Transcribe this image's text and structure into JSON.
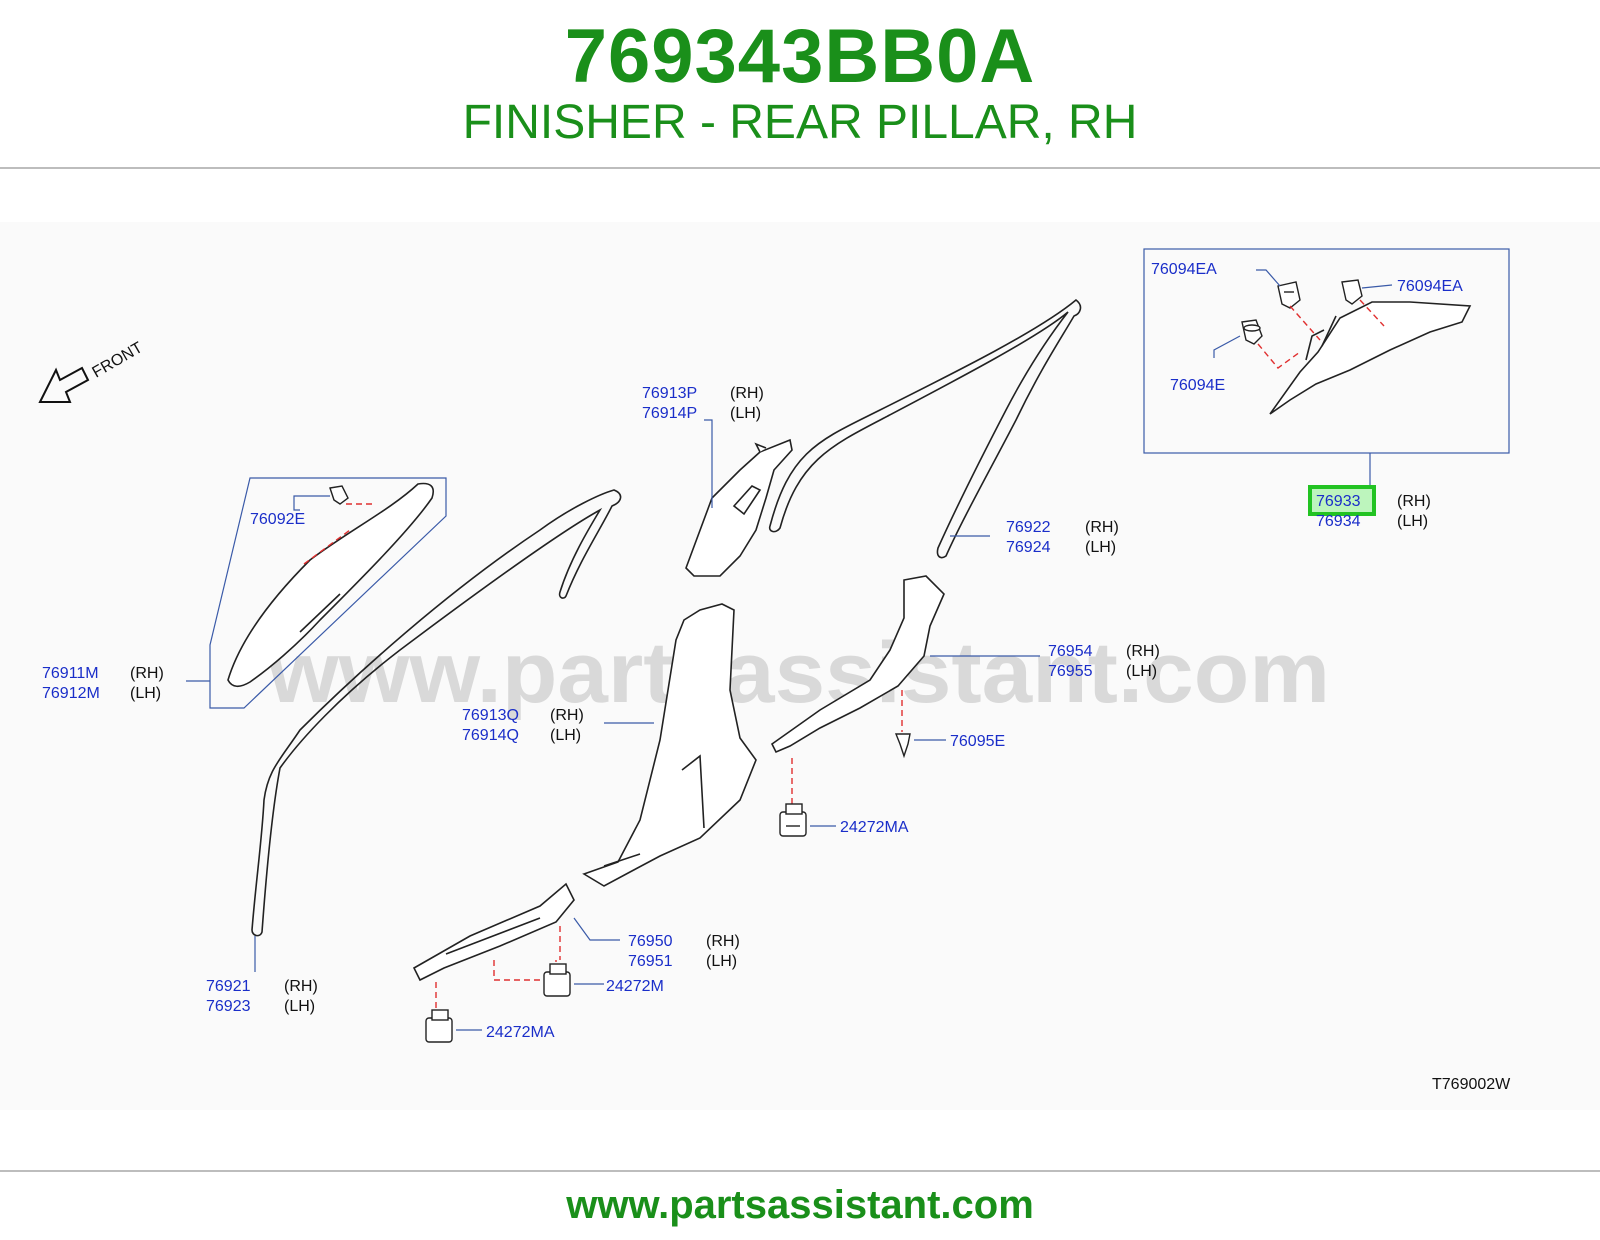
{
  "header": {
    "part_number": "769343BB0A",
    "description": "FINISHER - REAR PILLAR, RH"
  },
  "diagram": {
    "watermark": "www.partsassistant.com",
    "front_label": "FRONT",
    "diagram_code": "T769002W",
    "highlighted_part": "76933",
    "labels": {
      "p76094EA_left": "76094EA",
      "p76094EA_right": "76094EA",
      "p76094E": "76094E",
      "p76933": "76933",
      "p76934": "76934",
      "p76913P": "76913P",
      "p76914P": "76914P",
      "p76922": "76922",
      "p76924": "76924",
      "p76092E": "76092E",
      "p76911M": "76911M",
      "p76912M": "76912M",
      "p76954": "76954",
      "p76955": "76955",
      "p76095E": "76095E",
      "p76913Q": "76913Q",
      "p76914Q": "76914Q",
      "p24272MA_upper": "24272MA",
      "p76950": "76950",
      "p76951": "76951",
      "p24272M": "24272M",
      "p24272MA_lower": "24272MA",
      "p76921": "76921",
      "p76923": "76923"
    },
    "sides": {
      "rh": "(RH)",
      "lh": "(LH)"
    }
  },
  "footer": {
    "url": "www.partsassistant.com"
  },
  "colors": {
    "brand_green": "#1a8f1a",
    "part_blue": "#1a2ec9",
    "highlight_green": "#22c322",
    "leader_blue": "#3a5aa8",
    "hidden_red": "#e03030"
  }
}
